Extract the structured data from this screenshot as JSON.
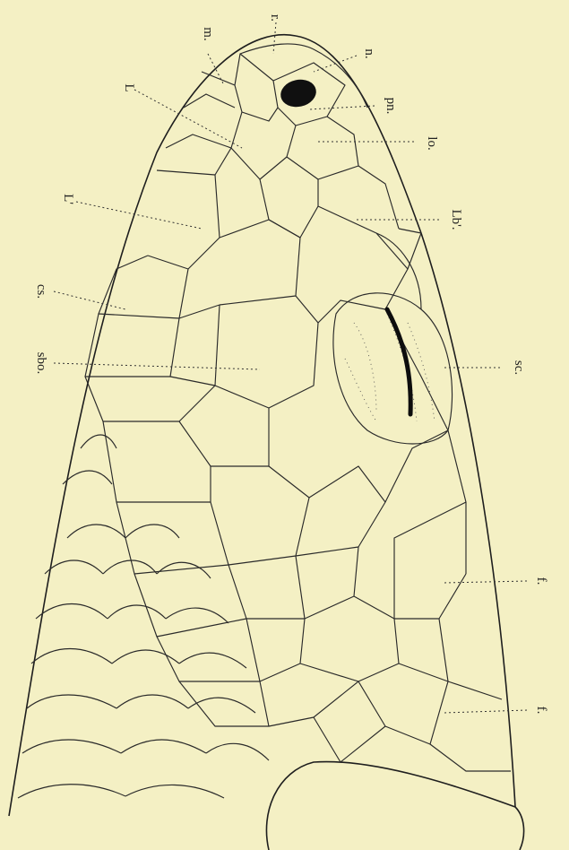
{
  "figure": {
    "labels": {
      "r": "r.",
      "m": "m.",
      "n": "n.",
      "pn": "pn.",
      "L": "L",
      "lo": "lo.",
      "L2": "L'",
      "lb2": "Lb'.",
      "cs": "cs.",
      "sbo": "sbo.",
      "sc": "sc.",
      "f1": "f.",
      "f2": "f."
    }
  },
  "colors": {
    "paper": "#f4f0c4",
    "ink": "#1e1e1e"
  }
}
